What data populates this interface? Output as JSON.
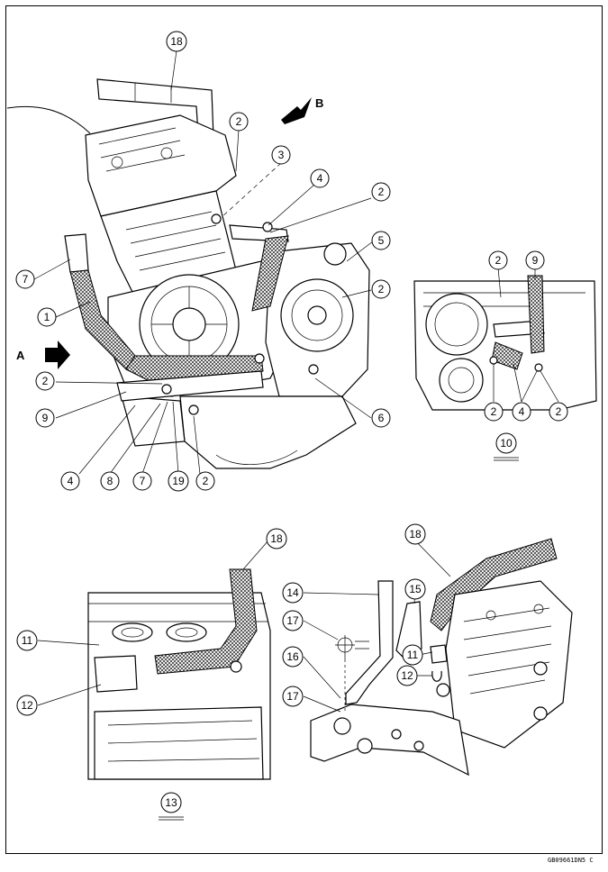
{
  "callouts": [
    {
      "id": "c18a",
      "text": "18"
    },
    {
      "id": "c2a",
      "text": "2"
    },
    {
      "id": "c3",
      "text": "3"
    },
    {
      "id": "c4a",
      "text": "4"
    },
    {
      "id": "c2b",
      "text": "2"
    },
    {
      "id": "c5",
      "text": "5"
    },
    {
      "id": "c2c",
      "text": "2"
    },
    {
      "id": "c7a",
      "text": "7"
    },
    {
      "id": "c1",
      "text": "1"
    },
    {
      "id": "c2d",
      "text": "2"
    },
    {
      "id": "c9a",
      "text": "9"
    },
    {
      "id": "c6",
      "text": "6"
    },
    {
      "id": "c4b",
      "text": "4"
    },
    {
      "id": "c8",
      "text": "8"
    },
    {
      "id": "c7b",
      "text": "7"
    },
    {
      "id": "c19",
      "text": "19"
    },
    {
      "id": "c2e",
      "text": "2"
    },
    {
      "id": "c2f",
      "text": "2"
    },
    {
      "id": "c9b",
      "text": "9"
    },
    {
      "id": "c2g",
      "text": "2"
    },
    {
      "id": "c4c",
      "text": "4"
    },
    {
      "id": "c2h",
      "text": "2"
    },
    {
      "id": "c10",
      "text": "10"
    },
    {
      "id": "c18b",
      "text": "18"
    },
    {
      "id": "c11a",
      "text": "11"
    },
    {
      "id": "c12a",
      "text": "12"
    },
    {
      "id": "c13",
      "text": "13"
    },
    {
      "id": "c18c",
      "text": "18"
    },
    {
      "id": "c14",
      "text": "14"
    },
    {
      "id": "c15",
      "text": "15"
    },
    {
      "id": "c17a",
      "text": "17"
    },
    {
      "id": "c16",
      "text": "16"
    },
    {
      "id": "c17b",
      "text": "17"
    },
    {
      "id": "c11b",
      "text": "11"
    },
    {
      "id": "c12b",
      "text": "12"
    }
  ],
  "view_labels": {
    "a": "A",
    "b": "B"
  },
  "figure_code": "GB09661DN5 C"
}
